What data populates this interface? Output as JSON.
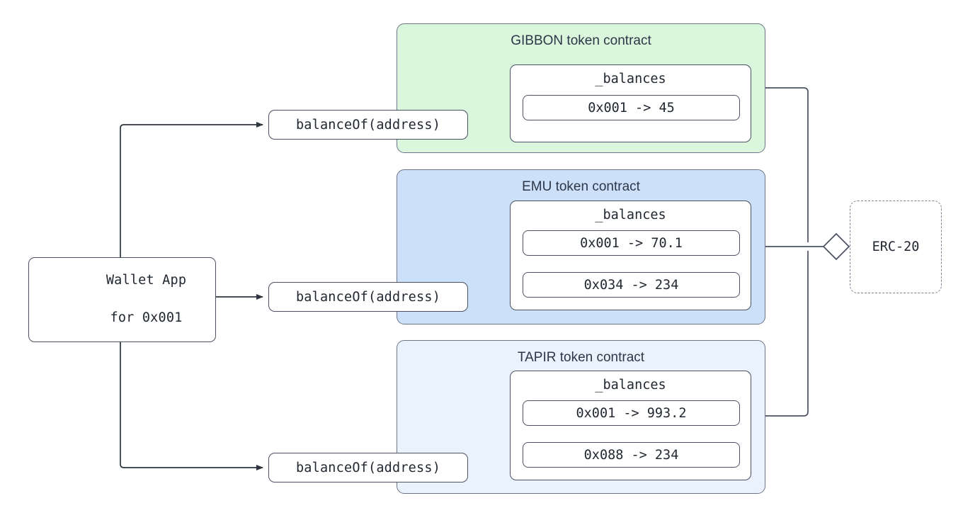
{
  "diagram": {
    "title_hidden": "",
    "wallet": {
      "line1": "Wallet App",
      "line2": "for 0x001"
    },
    "calls": [
      {
        "label": "balanceOf(address)"
      },
      {
        "label": "balanceOf(address)"
      },
      {
        "label": "balanceOf(address)"
      }
    ],
    "contracts": [
      {
        "title": "GIBBON token contract",
        "map_name": "_balances",
        "color": "#daf6dc",
        "entries": [
          "0x001 -> 45"
        ]
      },
      {
        "title": "EMU token contract",
        "map_name": "_balances",
        "color": "#cce0fa",
        "entries": [
          "0x001 -> 70.1",
          "0x034 -> 234"
        ]
      },
      {
        "title": "TAPIR token contract",
        "map_name": "_balances",
        "color": "#eaf2fe",
        "entries": [
          "0x001 -> 993.2",
          "0x088 -> 234"
        ]
      }
    ],
    "interface": {
      "label": "ERC-20",
      "connector": "diamond"
    },
    "colors": {
      "stroke": "#4a5160",
      "panel_stroke": "#6b7585",
      "text": "#222831",
      "title_text": "#2d3748",
      "dashed_stroke": "#7c8494",
      "background": "#ffffff"
    }
  }
}
